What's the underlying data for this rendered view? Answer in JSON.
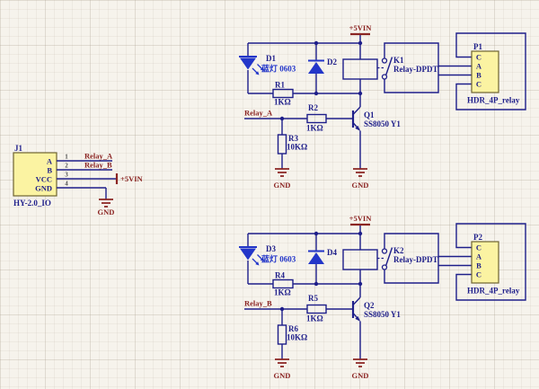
{
  "colors": {
    "wire": "#1e1e8a",
    "power_net": "#8b2422",
    "component_blue": "#2336c9",
    "body_fill": "#fbf3a2",
    "body_border": "#6e6430",
    "background": "#f6f3ec"
  },
  "schematic": {
    "j1": {
      "designator": "J1",
      "part": "HY-2.0_IO",
      "pin_numbers": [
        "1",
        "2",
        "3",
        "4"
      ],
      "pin_names": [
        "A",
        "B",
        "VCC",
        "GND"
      ],
      "net_relay_a": "Relay_A",
      "net_relay_b": "Relay_B",
      "net_power": "+5VIN",
      "net_gnd": "GND"
    },
    "circuit_a": {
      "power_net": "+5VIN",
      "input_net": "Relay_A",
      "gnd_label": "GND",
      "led_designator": "D1",
      "led_comment": "蓝灯 0603",
      "diode_designator": "D2",
      "r1_designator": "R1",
      "r1_value": "1KΩ",
      "r2_designator": "R2",
      "r2_value": "1KΩ",
      "r3_designator": "R3",
      "r3_value": "10KΩ",
      "q_designator": "Q1",
      "q_comment": "SS8050 Y1",
      "k_designator": "K1",
      "k_comment": "Relay-DPDT",
      "p_designator": "P1",
      "p_part": "HDR_4P_relay",
      "p_pins": [
        "C",
        "A",
        "B",
        "C"
      ]
    },
    "circuit_b": {
      "power_net": "+5VIN",
      "input_net": "Relay_B",
      "gnd_label": "GND",
      "led_designator": "D3",
      "led_comment": "蓝灯 0603",
      "diode_designator": "D4",
      "r1_designator": "R4",
      "r1_value": "1KΩ",
      "r2_designator": "R5",
      "r2_value": "1KΩ",
      "r3_designator": "R6",
      "r3_value": "10KΩ",
      "q_designator": "Q2",
      "q_comment": "SS8050 Y1",
      "k_designator": "K2",
      "k_comment": "Relay-DPDT",
      "p_designator": "P2",
      "p_part": "HDR_4P_relay",
      "p_pins": [
        "C",
        "A",
        "B",
        "C"
      ]
    }
  }
}
